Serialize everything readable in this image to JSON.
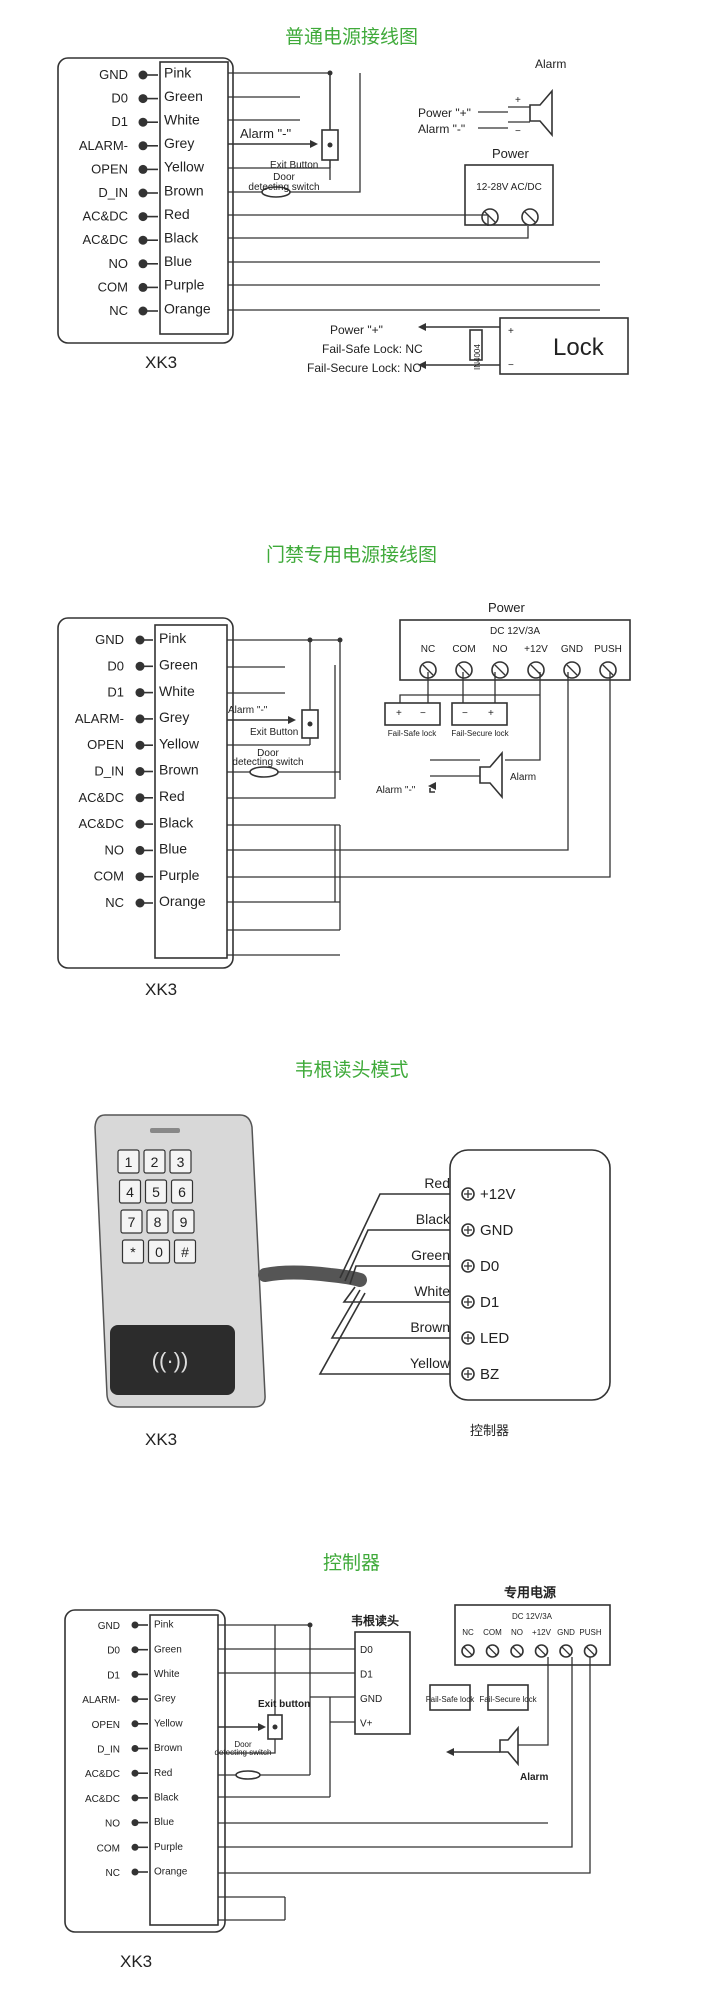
{
  "titles": {
    "s1": "普通电源接线图",
    "s2": "门禁专用电源接线图",
    "s3": "韦根读头模式",
    "s4": "控制器"
  },
  "device_label": "XK3",
  "pins": [
    "GND",
    "D0",
    "D1",
    "ALARM-",
    "OPEN",
    "D_IN",
    "AC&DC",
    "AC&DC",
    "NO",
    "COM",
    "NC"
  ],
  "wires": [
    "Pink",
    "Green",
    "White",
    "Grey",
    "Yellow",
    "Brown",
    "Red",
    "Black",
    "Blue",
    "Purple",
    "Orange"
  ],
  "labels": {
    "alarm": "Alarm",
    "alarm_neg": "Alarm \"-\"",
    "exit_button": "Exit Button",
    "exit_button_lower": "Exit button",
    "door_line1": "Door",
    "door_line2": "detecting switch",
    "power": "Power",
    "power_pos": "Power \"+\"",
    "alarm_minus": "Alarm \"-\"",
    "supply_1": "12-28V AC/DC",
    "fail_safe": "Fail-Safe Lock: NC",
    "fail_secure": "Fail-Secure Lock: NO",
    "lock": "Lock",
    "diode": "IN4004",
    "plus": "+",
    "minus": "−",
    "supply_2": "DC 12V/3A",
    "terminals": [
      "NC",
      "COM",
      "NO",
      "+12V",
      "GND",
      "PUSH"
    ],
    "fail_safe_lock": "Fail-Safe lock",
    "fail_secure_lock": "Fail-Secure lock",
    "controller": "控制器",
    "wiegand_reader": "韦根读头",
    "dedicated_power": "专用电源",
    "reader_terminals": [
      "D0",
      "D1",
      "GND",
      "V+"
    ]
  },
  "keypad_keys": [
    "1",
    "2",
    "3",
    "4",
    "5",
    "6",
    "7",
    "8",
    "9",
    "*",
    "0",
    "#"
  ],
  "reader_wires": [
    "Red",
    "Black",
    "Green",
    "White",
    "Brown",
    "Yellow"
  ],
  "controller_terminals": [
    "+12V",
    "GND",
    "D0",
    "D1",
    "LED",
    "BZ"
  ]
}
